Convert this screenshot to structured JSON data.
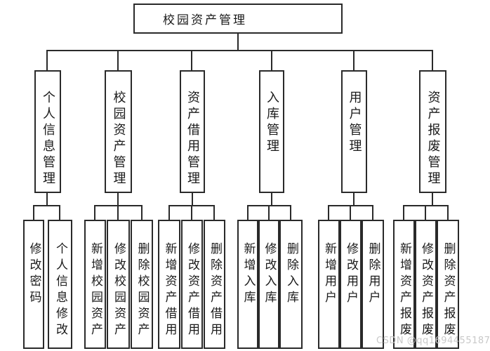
{
  "colors": {
    "line": "#2a2a2a",
    "text": "#1a1a1a",
    "watermark_text": "#c9c9c9",
    "background": "#ffffff"
  },
  "watermark": {
    "text": "CSDN @qq1694455187"
  },
  "tree": {
    "root": "校园资产管理",
    "groups": [
      {
        "label": "个人信息管理",
        "children": [
          "修改密码",
          "个人信息修改"
        ]
      },
      {
        "label": "校园资产管理",
        "children": [
          "新增校园资产",
          "修改校园资产",
          "删除校园资产"
        ]
      },
      {
        "label": "资产借用管理",
        "children": [
          "新增资产借用",
          "修改资产借用",
          "删除资产借用"
        ]
      },
      {
        "label": "入库管理",
        "children": [
          "新增入库",
          "修改入库",
          "删除入库"
        ]
      },
      {
        "label": "用户管理",
        "children": [
          "新增用户",
          "修改用户",
          "删除用户"
        ]
      },
      {
        "label": "资产报废管理",
        "children": [
          "新增资产报废",
          "修改资产报废",
          "删除资产报废"
        ]
      }
    ]
  }
}
